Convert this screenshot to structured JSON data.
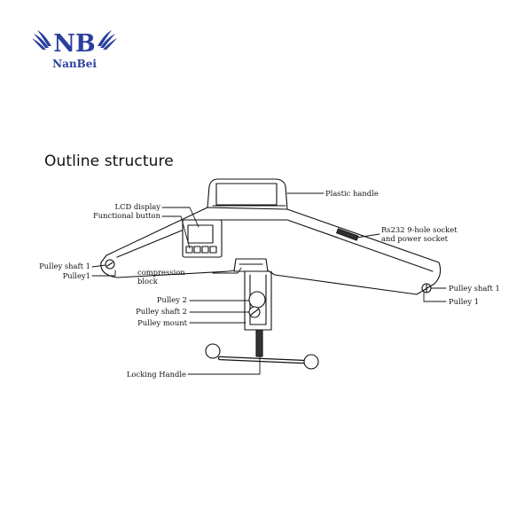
{
  "brand": {
    "name": "NanBei",
    "logo_text": "NB",
    "logo_color": "#2a3f9d"
  },
  "title": "Outline structure",
  "labels": {
    "lcd_display": "LCD display",
    "functional_button": "Functional button",
    "plastic_handle": "Plastic handle",
    "rs232_line1": "Rs232 9-hole socket",
    "rs232_line2": "and power socket",
    "pulley_shaft_1_left": "Pulley shaft 1",
    "pulley1_left": "Pulley1",
    "compression_line1": "compression",
    "compression_line2": "block",
    "pulley_2": "Pulley 2",
    "pulley_shaft_2": "Pulley shaft 2",
    "pulley_mount": "Pulley mount",
    "locking_handle": "Locking Handle",
    "pulley_shaft_1_right": "Pulley shaft 1",
    "pulley_1_right": "Pulley 1"
  }
}
